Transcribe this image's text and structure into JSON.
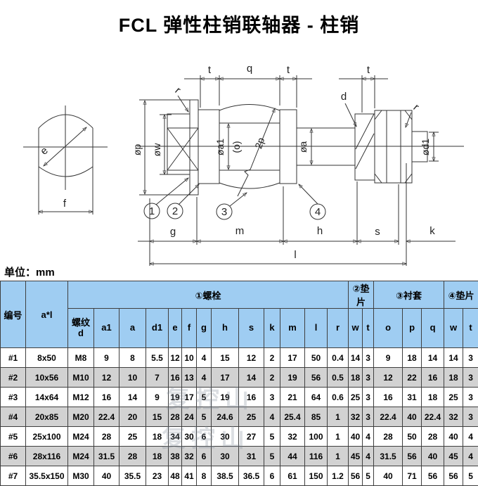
{
  "title": "FCL 弹性柱销联轴器 - 柱销",
  "unit_label": "单位：mm",
  "watermark": "复控山",
  "diagram": {
    "dims": {
      "t": "t",
      "q": "q",
      "r": "r",
      "d": "d",
      "e": "e",
      "f": "f",
      "g": "g",
      "m": "m",
      "h": "h",
      "s": "s",
      "k": "k",
      "l": "l",
      "phi_p": "øp",
      "phi_w": "øw",
      "phi_a1": "øa1",
      "o_ref": "(o)",
      "two_p": "2p",
      "phi_a": "øa",
      "phi_d1": "ød1"
    },
    "balloons": [
      "1",
      "2",
      "3",
      "4"
    ]
  },
  "table": {
    "corner_headers": [
      "编号",
      "a*l"
    ],
    "groups": [
      {
        "label": "①螺栓",
        "span": 13
      },
      {
        "label": "②垫片",
        "span": 2
      },
      {
        "label": "③衬套",
        "span": 3
      },
      {
        "label": "④垫片",
        "span": 2
      }
    ],
    "columns": [
      "螺纹\nd",
      "a1",
      "a",
      "d1",
      "e",
      "f",
      "g",
      "h",
      "s",
      "k",
      "m",
      "l",
      "r",
      "w",
      "t",
      "o",
      "p",
      "q",
      "w",
      "t"
    ],
    "rows": [
      {
        "id": "#1",
        "size": "8x50",
        "values": [
          "M8",
          "9",
          "8",
          "5.5",
          "12",
          "10",
          "4",
          "15",
          "12",
          "2",
          "17",
          "50",
          "0.4",
          "14",
          "3",
          "9",
          "18",
          "14",
          "14",
          "3"
        ]
      },
      {
        "id": "#2",
        "size": "10x56",
        "values": [
          "M10",
          "12",
          "10",
          "7",
          "16",
          "13",
          "4",
          "17",
          "14",
          "2",
          "19",
          "56",
          "0.5",
          "18",
          "3",
          "12",
          "22",
          "16",
          "18",
          "3"
        ]
      },
      {
        "id": "#3",
        "size": "14x64",
        "values": [
          "M12",
          "16",
          "14",
          "9",
          "19",
          "17",
          "5",
          "19",
          "16",
          "3",
          "21",
          "64",
          "0.6",
          "25",
          "3",
          "16",
          "31",
          "18",
          "25",
          "3"
        ]
      },
      {
        "id": "#4",
        "size": "20x85",
        "values": [
          "M20",
          "22.4",
          "20",
          "15",
          "28",
          "24",
          "5",
          "24.6",
          "25",
          "4",
          "25.4",
          "85",
          "1",
          "32",
          "3",
          "22.4",
          "40",
          "22.4",
          "32",
          "3"
        ]
      },
      {
        "id": "#5",
        "size": "25x100",
        "values": [
          "M24",
          "28",
          "25",
          "18",
          "34",
          "30",
          "6",
          "30",
          "27",
          "5",
          "32",
          "100",
          "1",
          "40",
          "4",
          "28",
          "50",
          "28",
          "40",
          "4"
        ]
      },
      {
        "id": "#6",
        "size": "28x116",
        "values": [
          "M24",
          "31.5",
          "28",
          "18",
          "38",
          "32",
          "6",
          "30",
          "31",
          "5",
          "44",
          "116",
          "1",
          "45",
          "4",
          "31.5",
          "56",
          "40",
          "45",
          "4"
        ]
      },
      {
        "id": "#7",
        "size": "35.5x150",
        "values": [
          "M30",
          "40",
          "35.5",
          "23",
          "48",
          "41",
          "8",
          "38.5",
          "36.5",
          "6",
          "61",
          "150",
          "1.2",
          "56",
          "5",
          "40",
          "71",
          "56",
          "56",
          "5"
        ]
      }
    ]
  }
}
